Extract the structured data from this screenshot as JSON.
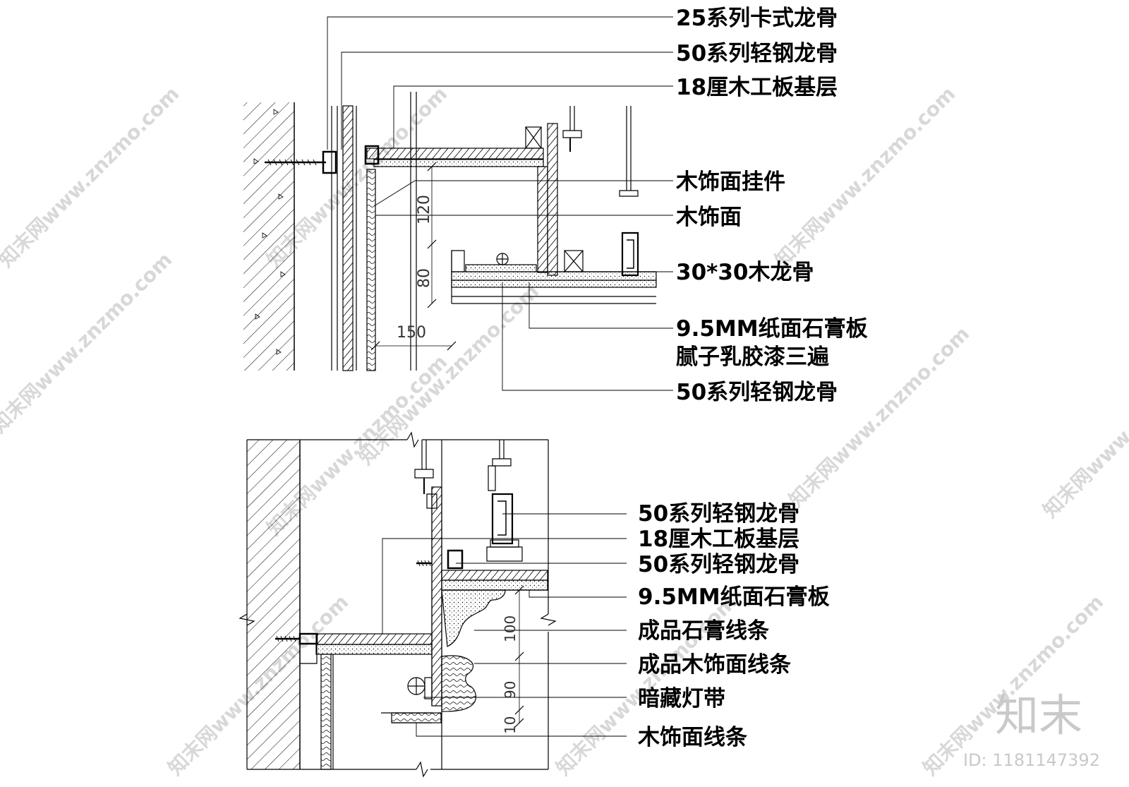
{
  "top_detail": {
    "labels": [
      "25系列卡式龙骨",
      "50系列轻钢龙骨",
      "18厘木工板基层",
      "木饰面挂件",
      "木饰面",
      "30*30木龙骨",
      "9.5MM纸面石膏板",
      "腻子乳胶漆三遍",
      "50系列轻钢龙骨"
    ],
    "dimensions": [
      "120",
      "80",
      "150"
    ]
  },
  "bottom_detail": {
    "labels": [
      "50系列轻钢龙骨",
      "18厘木工板基层",
      "50系列轻钢龙骨",
      "9.5MM纸面石膏板",
      "成品石膏线条",
      "成品木饰面线条",
      "暗藏灯带",
      "木饰面线条"
    ],
    "dimensions": [
      "100",
      "90",
      "10"
    ]
  },
  "watermark": {
    "text": "知末网www.znzmo.com",
    "brand": "知末",
    "id_text": "ID: 1181147392"
  }
}
